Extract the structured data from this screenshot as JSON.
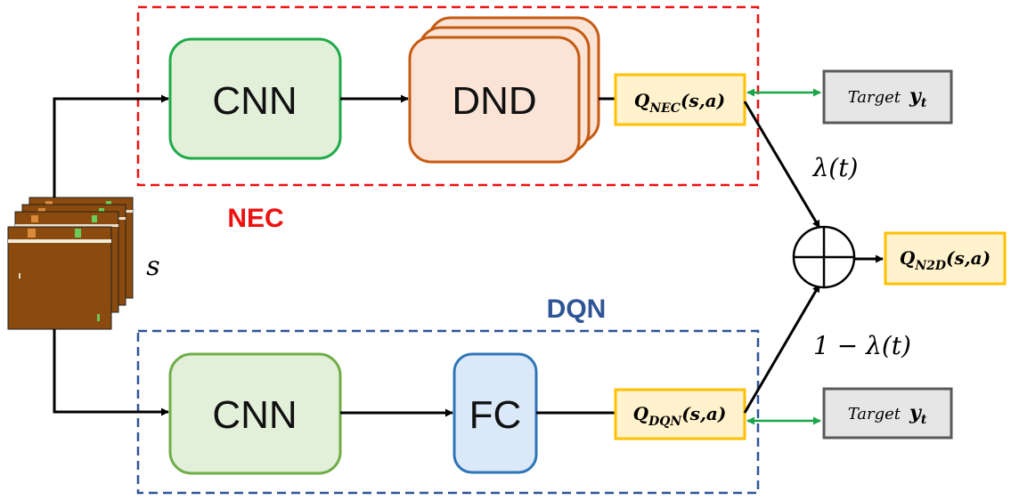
{
  "nec": {
    "label": "NEC",
    "color": "#ee1111",
    "cnn_label": "CNN",
    "dnd_label": "DND",
    "output_main": "Q",
    "output_sub": "NEC",
    "output_args": "(s,a)"
  },
  "dqn": {
    "label": "DQN",
    "color": "#2f5496",
    "cnn_label": "CNN",
    "fc_label": "FC",
    "output_main": "Q",
    "output_sub": "DQN",
    "output_args": "(s,a)"
  },
  "input": {
    "state_label": "s"
  },
  "combine": {
    "weight_top": "λ(t)",
    "weight_bottom": "1 − λ(t)",
    "output_main": "Q",
    "output_sub": "N2D",
    "output_args": "(s,a)"
  },
  "targets": [
    {
      "word": "Target",
      "var": "y",
      "sub": "t"
    },
    {
      "word": "Target",
      "var": "y",
      "sub": "t"
    }
  ],
  "colors": {
    "cnn_fill": "#e2efd9",
    "cnn_stroke_top": "#1faa4a",
    "cnn_stroke_bottom": "#70ad47",
    "dnd_fill": "#fbe3d6",
    "dnd_stroke": "#c55a11",
    "fc_fill": "#dae8f7",
    "fc_stroke": "#2e75b6",
    "q_fill": "#fff2cc",
    "q_stroke": "#ffc000",
    "target_fill": "#e7e6e6",
    "target_stroke": "#595959",
    "arrow": "#000000",
    "target_arrow": "#1aa54b"
  }
}
